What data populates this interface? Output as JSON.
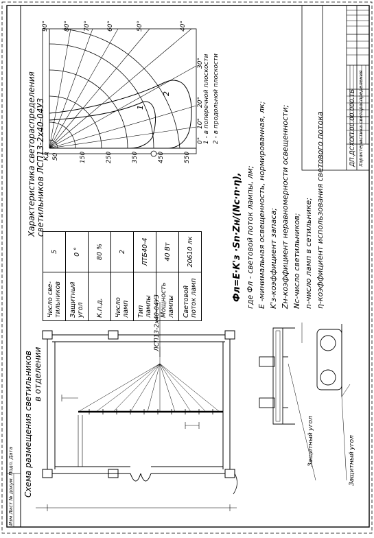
{
  "chart_title_line1": "Характеристика светораспределения",
  "chart_title_line2": "светильников ЛСП13-2х40-04У3",
  "polar_chart": {
    "angle_labels": [
      "90°",
      "80°",
      "70°",
      "60°",
      "50°",
      "40°",
      "30°",
      "20°",
      "10°",
      "0°"
    ],
    "scale_labels": [
      "Кд",
      "50",
      "150",
      "250",
      "350",
      "450",
      "550"
    ],
    "curve_labels": [
      "1",
      "2"
    ],
    "curve_legend": [
      "1 - в поперечной плоскости",
      "2 - в продольной плоскости"
    ]
  },
  "params_table": {
    "rows": [
      {
        "label_l1": "Число све-",
        "label_l2": "тильников",
        "value": "5"
      },
      {
        "label_l1": "Защитный",
        "label_l2": "угол",
        "value": "0 °"
      },
      {
        "label_l1": "К.п.д.",
        "label_l2": "",
        "value": "80 %"
      },
      {
        "label_l1": "Число",
        "label_l2": "ламп",
        "value": "2"
      },
      {
        "label_l1": "Тип",
        "label_l2": "лампы",
        "value": "ЛТБ40-4"
      },
      {
        "label_l1": "Мощность",
        "label_l2": "лампы",
        "value": "40 Вт"
      },
      {
        "label_l1": "Световой",
        "label_l2": "поток ламп",
        "value": "20610 лк"
      }
    ]
  },
  "formula": "Фл=E·K'з ·Sn·Zн/(Nc·n·η),",
  "legend_lines": [
    "где Фл - световой поток лампы, лм;",
    "E -минимальная освещенность, нормированная, лк;",
    "K'з-коэффициент запаса;",
    "Zн-коэффициент неравномерности освещенности;",
    "Nc-число светильников;",
    "n-число ламп в сетильнике;",
    "η-коэффициент использования светового потока"
  ],
  "layout_title_line1": "Схема размещения светильников",
  "layout_title_line2": "в отделении",
  "fixture_label": "ЛСП13-2х40-04У3",
  "protective_angle_label": "Защитный угол",
  "drawing_number": "ДП.ДСХОП.00.00.000.ТБ",
  "title_block_caption": "Характеристика светораспределения",
  "stamp_labels": [
    "Изм",
    "Лист",
    "№ докум.",
    "Подп.",
    "Дата"
  ]
}
